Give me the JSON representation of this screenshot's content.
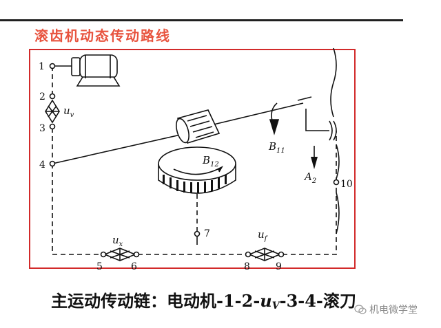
{
  "title": "滚齿机动态传动路线",
  "points": [
    "1",
    "2",
    "3",
    "4",
    "5",
    "6",
    "7",
    "8",
    "9",
    "10"
  ],
  "labels": {
    "uv": {
      "main": "u",
      "sub": "v"
    },
    "ux": {
      "main": "u",
      "sub": "x"
    },
    "uf": {
      "main": "u",
      "sub": "f"
    },
    "B11": {
      "main": "B",
      "sub": "11"
    },
    "B12": {
      "main": "B",
      "sub": "12"
    },
    "A2": {
      "main": "A",
      "sub": "2"
    }
  },
  "caption": {
    "pre": "主运动传动链：电动机-1-2-",
    "u": "u",
    "sub": "V",
    "post": "-3-4-滚刀"
  },
  "watermark": "机电微学堂",
  "colors": {
    "title": "#e8543f",
    "frame": "#d22a2a",
    "rule": "#1f1f1f"
  }
}
